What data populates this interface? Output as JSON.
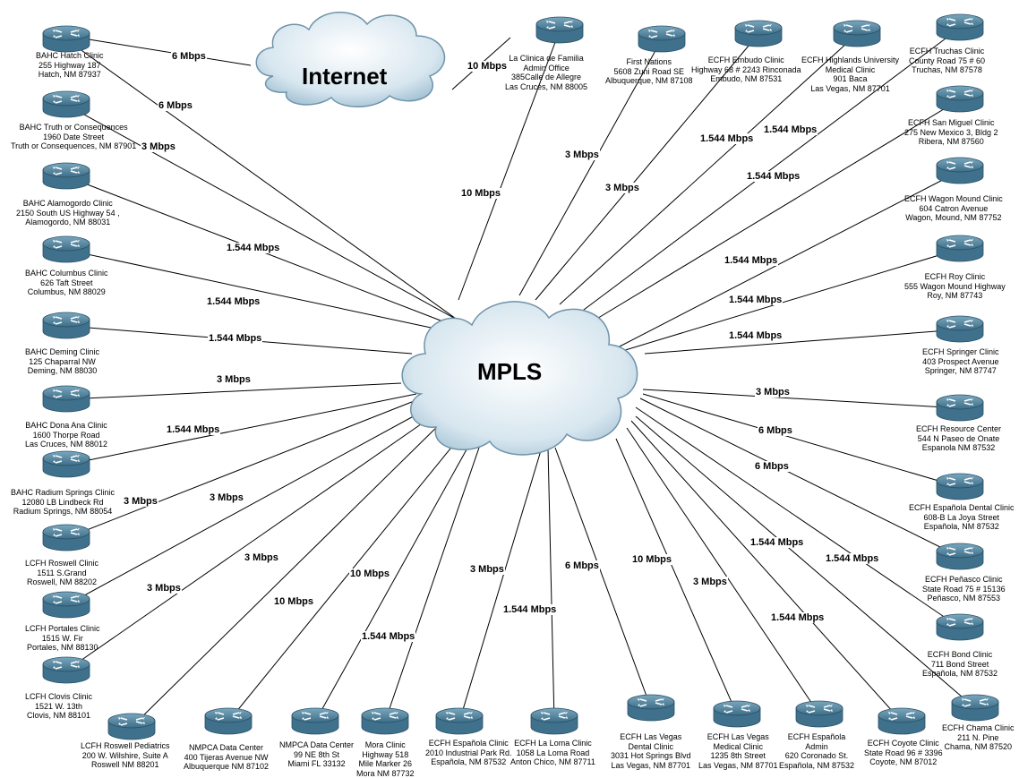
{
  "clouds": {
    "internet": "Internet",
    "mpls": "MPLS"
  },
  "internet_link": {
    "from": "BAHC Hatch Clinic",
    "speed": "6 Mbps"
  },
  "internet_link2": {
    "from": "La Clinica de Familia",
    "speed": "10 Mbps"
  },
  "sites": [
    {
      "id": "hatch",
      "lines": [
        "BAHC Hatch Clinic",
        "255 Highway 187",
        "Hatch, NM 87937"
      ],
      "speed": "6 Mbps"
    },
    {
      "id": "toc",
      "lines": [
        "BAHC Truth or Consequences",
        "1960 Date Street",
        "Truth or Consequences, NM 87901"
      ],
      "speed": "3 Mbps"
    },
    {
      "id": "alamogordo",
      "lines": [
        "BAHC Alamogordo Clinic",
        "2150 South US Highway 54 ,",
        "Alamogordo, NM 88031"
      ],
      "speed": "1.544 Mbps"
    },
    {
      "id": "columbus",
      "lines": [
        "BAHC Columbus Clinic",
        "626 Taft Street",
        "Columbus, NM 88029"
      ],
      "speed": "1.544 Mbps"
    },
    {
      "id": "deming",
      "lines": [
        "BAHC Deming Clinic",
        "125 Chaparral NW",
        "Deming, NM 88030"
      ],
      "speed": "1.544 Mbps"
    },
    {
      "id": "donaana",
      "lines": [
        "BAHC Dona Ana Clinic",
        "1600 Thorpe Road",
        "Las Cruces, NM 88012"
      ],
      "speed": "3 Mbps"
    },
    {
      "id": "radium",
      "lines": [
        "BAHC Radium Springs Clinic",
        "12080 LB Lindbeck Rd",
        "Radium Springs, NM 88054"
      ],
      "speed": "1.544 Mbps"
    },
    {
      "id": "roswell",
      "lines": [
        "LCFH Roswell Clinic",
        "1511 S.Grand",
        "Roswell, NM 88202"
      ],
      "speed": "3 Mbps"
    },
    {
      "id": "portales",
      "lines": [
        "LCFH Portales Clinic",
        "1515 W. Fir",
        "Portales, NM 88130"
      ],
      "speed": "3 Mbps"
    },
    {
      "id": "clovis",
      "lines": [
        "LCFH Clovis Clinic",
        "1521 W. 13th",
        "Clovis, NM 88101"
      ],
      "speed": "3 Mbps"
    },
    {
      "id": "roswellped",
      "lines": [
        "LCFH Roswell Pediatrics",
        "200 W. Wilshire, Suite A",
        "Roswell NM 88201"
      ],
      "speed": "3 Mbps"
    },
    {
      "id": "nmpca1",
      "lines": [
        "NMPCA Data Center",
        "400 Tijeras Avenue NW",
        "Albuquerque NM 87102"
      ],
      "speed": "10 Mbps"
    },
    {
      "id": "nmpca2",
      "lines": [
        "NMPCA Data Center",
        "99 NE 8th St",
        "Miami FL 33132"
      ],
      "speed": "10 Mbps"
    },
    {
      "id": "mora",
      "lines": [
        "Mora Clinic",
        "Highway 518",
        "Mile Marker 26",
        "Mora NM 87732"
      ],
      "speed": "1.544 Mbps"
    },
    {
      "id": "espclinic",
      "lines": [
        "ECFH Española Clinic",
        "2010 Industrial Park Rd.",
        "Española,  NM 87532"
      ],
      "speed": "3 Mbps"
    },
    {
      "id": "laloma",
      "lines": [
        "ECFH La Loma Clinic",
        "1058 La Loma Road",
        "Anton Chico, NM 87711"
      ],
      "speed": "1.544 Mbps"
    },
    {
      "id": "lvdental",
      "lines": [
        "ECFH Las Vegas",
        "Dental Clinic",
        "3031 Hot Springs Blvd",
        "Las Vegas, NM 87701"
      ],
      "speed": "6 Mbps"
    },
    {
      "id": "lvmedical",
      "lines": [
        "ECFH Las Vegas",
        "Medical Clinic",
        "1235 8th Street",
        "Las Vegas, NM 87701"
      ],
      "speed": "10 Mbps"
    },
    {
      "id": "espadmin",
      "lines": [
        "ECFH Española",
        "Admin",
        "620 Coronado St.",
        "Española, NM 87532"
      ],
      "speed": "3 Mbps"
    },
    {
      "id": "coyote",
      "lines": [
        "ECFH Coyote Clinic",
        "State Road 96 # 3396",
        "Coyote, NM 87012"
      ],
      "speed": "1.544 Mbps"
    },
    {
      "id": "chama",
      "lines": [
        "ECFH Chama Clinic",
        "211 N. Pine",
        "Chama, NM 87520"
      ],
      "speed": "1.544 Mbps"
    },
    {
      "id": "bond",
      "lines": [
        "ECFH Bond Clinic",
        "711 Bond Street",
        "Española, NM 87532"
      ],
      "speed": "1.544 Mbps"
    },
    {
      "id": "penasco",
      "lines": [
        "ECFH Peñasco Clinic",
        "State Road 75 # 15136",
        "Peñasco, NM 87553"
      ],
      "speed": "6 Mbps"
    },
    {
      "id": "espdental",
      "lines": [
        "ECFH Española Dental Clinic",
        "608-B La Joya Street",
        "Española, NM 87532"
      ],
      "speed": "6 Mbps"
    },
    {
      "id": "resource",
      "lines": [
        "ECFH Resource Center",
        "544 N Paseo de Onate",
        "Espanola NM 87532"
      ],
      "speed": "3 Mbps"
    },
    {
      "id": "springer",
      "lines": [
        "ECFH Springer Clinic",
        "403 Prospect Avenue",
        "Springer, NM 87747"
      ],
      "speed": "1.544 Mbps"
    },
    {
      "id": "roy",
      "lines": [
        "ECFH Roy Clinic",
        "555 Wagon Mound Highway",
        "Roy, NM 87743"
      ],
      "speed": "1.544 Mbps"
    },
    {
      "id": "wagon",
      "lines": [
        "ECFH Wagon  Mound Clinic",
        "604 Catron Avenue",
        "Wagon, Mound, NM 87752"
      ],
      "speed": "1.544 Mbps"
    },
    {
      "id": "sanmiguel",
      "lines": [
        "ECFH San Miguel Clinic",
        "275 New Mexico 3, Bldg 2",
        "Ribera, NM 87560"
      ],
      "speed": "1.544 Mbps"
    },
    {
      "id": "truchas",
      "lines": [
        "ECFH Truchas Clinic",
        "County Road 75 # 60",
        "Truchas, NM 87578"
      ],
      "speed": "1.544 Mbps"
    },
    {
      "id": "highlands",
      "lines": [
        "ECFH Highlands University",
        "Medical Clinic",
        "901 Baca",
        "Las Vegas, NM 87701"
      ],
      "speed": "1.544 Mbps"
    },
    {
      "id": "embudo",
      "lines": [
        "ECFH Embudo Clinic",
        "Highway 68 # 2243 Rinconada",
        "Embudo, NM 87531"
      ],
      "speed": "3 Mbps"
    },
    {
      "id": "firstnations",
      "lines": [
        "First Nations",
        "5608 Zuni Road SE",
        "Albuquerque, NM 87108"
      ],
      "speed": "3 Mbps"
    },
    {
      "id": "laclinica",
      "lines": [
        "La Clinica de Familia",
        "Admin Office",
        "385Calle de Allegre",
        "Las Cruces, NM 88005"
      ],
      "speed": "10 Mbps"
    }
  ]
}
